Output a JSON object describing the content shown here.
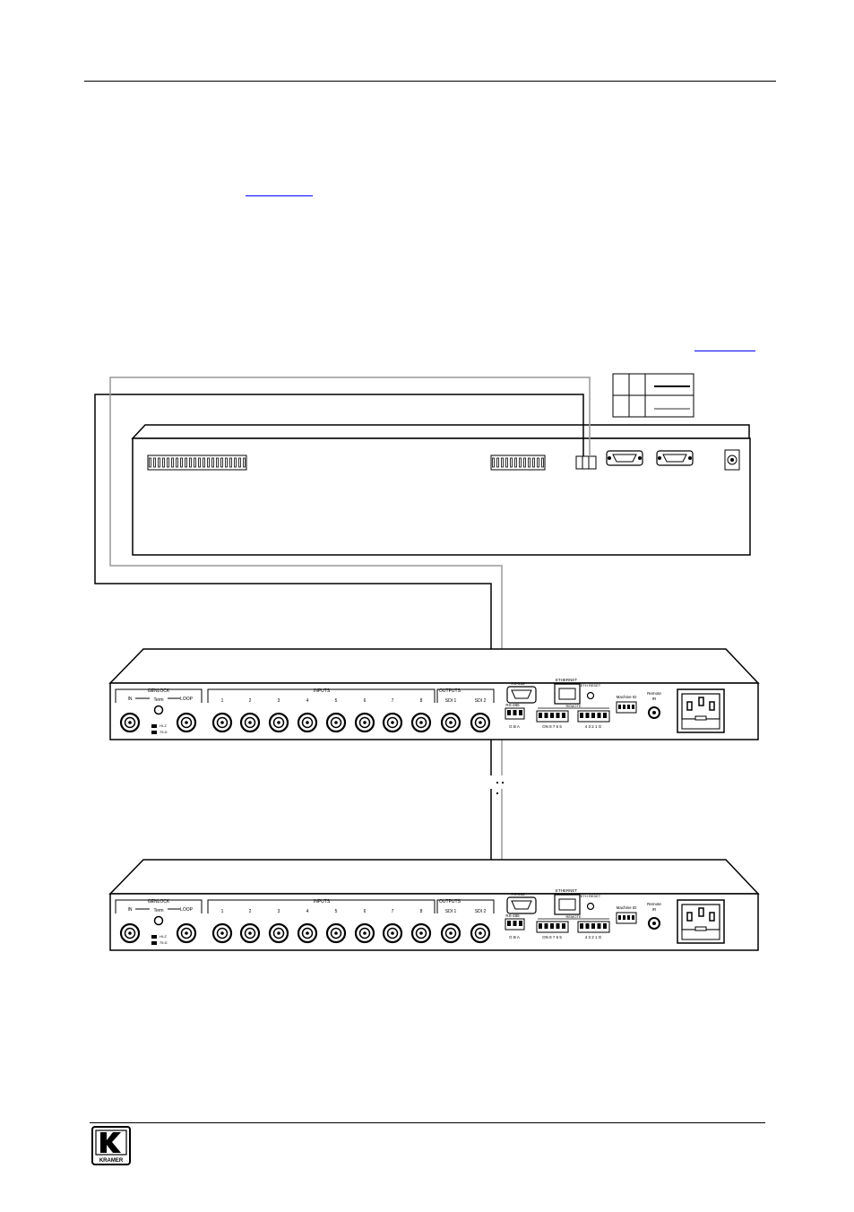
{
  "legend": {
    "rows": 2
  },
  "device_top": {
    "ports": [
      "rs232-port-1",
      "rs232-port-2"
    ]
  },
  "switcher_1": {
    "genlock": "GENLOCK",
    "in": "IN",
    "term": "Term",
    "loop": "LOOP",
    "hiz": "HI-Z",
    "ohm": "75 Ω",
    "inputs": "INPUTS",
    "input_numbers": [
      "1",
      "2",
      "3",
      "4",
      "5",
      "6",
      "7",
      "8"
    ],
    "outputs": "OUTPUTS",
    "sdi1": "SDI 1",
    "sdi2": "SDI 2",
    "rs232": "RS-232",
    "rs485": "RS-485",
    "rs485_pins": "G B A",
    "ethernet": "ETHERNET",
    "eth_reset": "ETH RESET",
    "remote": "REMOTE",
    "remote_pins_a": "ON 8 7 6 5",
    "remote_pins_b": "4 3 2 1 G",
    "machine_id": "Machine ID",
    "remote_ir": "Remote IR"
  },
  "switcher_2": {
    "genlock": "GENLOCK",
    "in": "IN",
    "term": "Term",
    "loop": "LOOP",
    "hiz": "HI-Z",
    "ohm": "75 Ω",
    "inputs": "INPUTS",
    "input_numbers": [
      "1",
      "2",
      "3",
      "4",
      "5",
      "6",
      "7",
      "8"
    ],
    "outputs": "OUTPUTS",
    "sdi1": "SDI 1",
    "sdi2": "SDI 2",
    "rs232": "RS-232",
    "rs485": "RS-485",
    "rs485_pins": "G B A",
    "ethernet": "ETHERNET",
    "eth_reset": "ETH RESET",
    "remote": "REMOTE",
    "remote_pins_a": "ON 8 7 6 5",
    "remote_pins_b": "4 3 2 1 G",
    "machine_id": "Machine ID",
    "remote_ir": "Remote IR"
  },
  "footer": {
    "logo_text": "KRAMER"
  }
}
